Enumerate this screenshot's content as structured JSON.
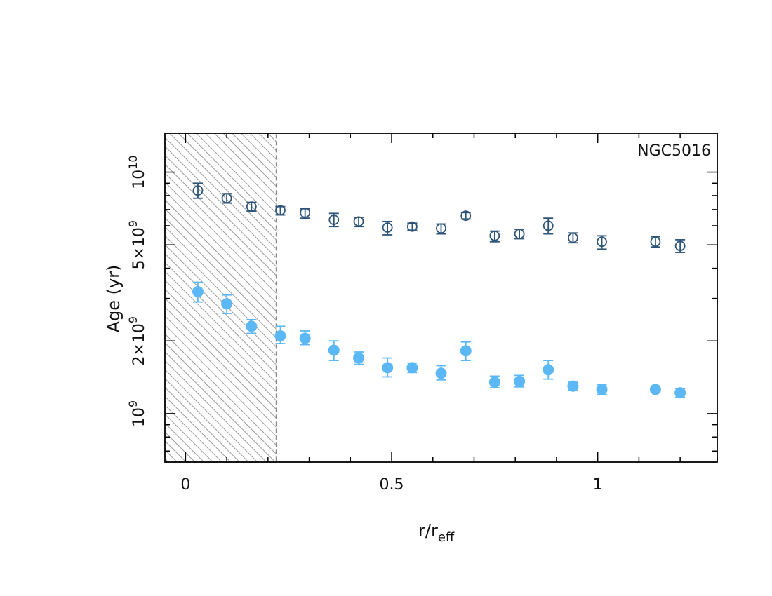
{
  "chart_data": {
    "type": "scatter",
    "panel_label": "NGC5016",
    "xlabel": {
      "main": "r/r",
      "sub": "eff"
    },
    "ylabel": "Age (yr)",
    "xlim": [
      -0.05,
      1.29
    ],
    "ylim": [
      630000000.0,
      14500000000.0
    ],
    "yscale": "log",
    "x_ticks": [
      {
        "value": 0,
        "label": "0"
      },
      {
        "value": 0.5,
        "label": "0.5"
      },
      {
        "value": 1,
        "label": "1"
      }
    ],
    "y_tick_labels": [
      {
        "value": 1000000000.0,
        "base": "10",
        "exp": "9"
      },
      {
        "value": 2000000000.0,
        "base": "2×10",
        "exp": "9"
      },
      {
        "value": 5000000000.0,
        "base": "5×10",
        "exp": "9"
      },
      {
        "value": 10000000000.0,
        "base": "10",
        "exp": "10"
      }
    ],
    "y_minor_ticks": [
      700000000.0,
      800000000.0,
      900000000.0,
      3000000000.0,
      4000000000.0,
      6000000000.0,
      7000000000.0,
      8000000000.0,
      9000000000.0
    ],
    "shaded_region": {
      "x_from": -0.05,
      "x_to": 0.22,
      "pattern": "hatched"
    },
    "series": [
      {
        "marker": "open-circle",
        "color": "#2e5478",
        "points": [
          {
            "x": 0.03,
            "y": 8400000000.0,
            "err": [
              7800000000.0,
              9000000000.0
            ]
          },
          {
            "x": 0.1,
            "y": 7800000000.0,
            "err": [
              7450000000.0,
              8150000000.0
            ]
          },
          {
            "x": 0.16,
            "y": 7200000000.0,
            "err": [
              6900000000.0,
              7500000000.0
            ]
          },
          {
            "x": 0.23,
            "y": 6950000000.0,
            "err": [
              6650000000.0,
              7200000000.0
            ]
          },
          {
            "x": 0.29,
            "y": 6800000000.0,
            "err": [
              6450000000.0,
              7050000000.0
            ]
          },
          {
            "x": 0.36,
            "y": 6350000000.0,
            "err": [
              5950000000.0,
              6750000000.0
            ]
          },
          {
            "x": 0.42,
            "y": 6250000000.0,
            "err": [
              5950000000.0,
              6500000000.0
            ]
          },
          {
            "x": 0.49,
            "y": 5900000000.0,
            "err": [
              5500000000.0,
              6250000000.0
            ]
          },
          {
            "x": 0.55,
            "y": 5950000000.0,
            "err": [
              5750000000.0,
              6150000000.0
            ]
          },
          {
            "x": 0.62,
            "y": 5850000000.0,
            "err": [
              5550000000.0,
              6100000000.0
            ]
          },
          {
            "x": 0.68,
            "y": 6600000000.0,
            "err": [
              6400000000.0,
              6800000000.0
            ]
          },
          {
            "x": 0.75,
            "y": 5450000000.0,
            "err": [
              5150000000.0,
              5700000000.0
            ]
          },
          {
            "x": 0.81,
            "y": 5550000000.0,
            "err": [
              5300000000.0,
              5800000000.0
            ]
          },
          {
            "x": 0.88,
            "y": 6000000000.0,
            "err": [
              5550000000.0,
              6450000000.0
            ]
          },
          {
            "x": 0.94,
            "y": 5350000000.0,
            "err": [
              5100000000.0,
              5600000000.0
            ]
          },
          {
            "x": 1.01,
            "y": 5150000000.0,
            "err": [
              4800000000.0,
              5450000000.0
            ]
          },
          {
            "x": 1.14,
            "y": 5150000000.0,
            "err": [
              4900000000.0,
              5400000000.0
            ]
          },
          {
            "x": 1.2,
            "y": 4950000000.0,
            "err": [
              4650000000.0,
              5250000000.0
            ]
          }
        ]
      },
      {
        "marker": "filled-circle",
        "color": "#5bb8f5",
        "points": [
          {
            "x": 0.03,
            "y": 3200000000.0,
            "err": [
              2900000000.0,
              3500000000.0
            ]
          },
          {
            "x": 0.1,
            "y": 2850000000.0,
            "err": [
              2600000000.0,
              3100000000.0
            ]
          },
          {
            "x": 0.16,
            "y": 2300000000.0,
            "err": [
              2150000000.0,
              2450000000.0
            ]
          },
          {
            "x": 0.23,
            "y": 2100000000.0,
            "err": [
              1950000000.0,
              2300000000.0
            ]
          },
          {
            "x": 0.29,
            "y": 2050000000.0,
            "err": [
              1930000000.0,
              2200000000.0
            ]
          },
          {
            "x": 0.36,
            "y": 1830000000.0,
            "err": [
              1660000000.0,
              2000000000.0
            ]
          },
          {
            "x": 0.42,
            "y": 1700000000.0,
            "err": [
              1600000000.0,
              1800000000.0
            ]
          },
          {
            "x": 0.49,
            "y": 1550000000.0,
            "err": [
              1420000000.0,
              1700000000.0
            ]
          },
          {
            "x": 0.55,
            "y": 1550000000.0,
            "err": [
              1480000000.0,
              1620000000.0
            ]
          },
          {
            "x": 0.62,
            "y": 1470000000.0,
            "err": [
              1380000000.0,
              1580000000.0
            ]
          },
          {
            "x": 0.68,
            "y": 1820000000.0,
            "err": [
              1660000000.0,
              1980000000.0
            ]
          },
          {
            "x": 0.75,
            "y": 1350000000.0,
            "err": [
              1280000000.0,
              1430000000.0
            ]
          },
          {
            "x": 0.81,
            "y": 1360000000.0,
            "err": [
              1290000000.0,
              1440000000.0
            ]
          },
          {
            "x": 0.88,
            "y": 1520000000.0,
            "err": [
              1390000000.0,
              1660000000.0
            ]
          },
          {
            "x": 0.94,
            "y": 1300000000.0,
            "err": [
              1250000000.0,
              1350000000.0
            ]
          },
          {
            "x": 1.01,
            "y": 1260000000.0,
            "err": [
              1200000000.0,
              1320000000.0
            ]
          },
          {
            "x": 1.14,
            "y": 1260000000.0,
            "err": [
              1220000000.0,
              1300000000.0
            ]
          },
          {
            "x": 1.2,
            "y": 1220000000.0,
            "err": [
              1170000000.0,
              1270000000.0
            ]
          }
        ]
      }
    ]
  }
}
